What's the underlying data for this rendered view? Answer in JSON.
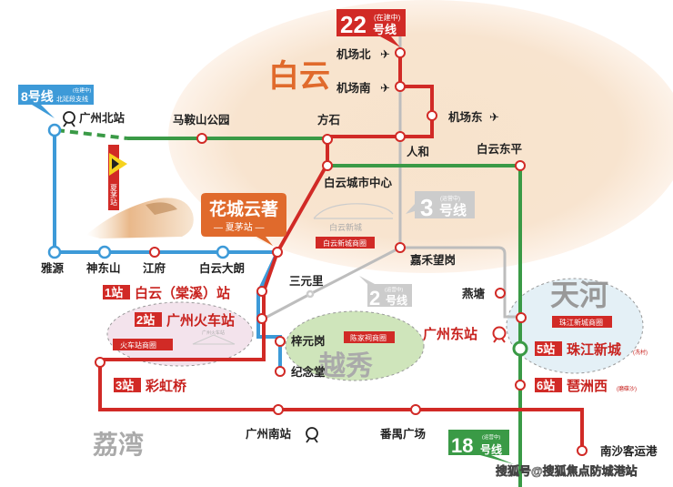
{
  "districts": {
    "baiyun": "白云",
    "tianhe": "天河",
    "yuexiu": "越秀",
    "liwan": "荔湾"
  },
  "line_badges": {
    "l22": {
      "num": "22",
      "suffix": "号线",
      "status": "(在建中)"
    },
    "l8": {
      "num": "8号线",
      "suffix": "北延段支线",
      "status": "(在建中)"
    },
    "l3": {
      "num": "3",
      "suffix": "号线",
      "status": "(运营中)"
    },
    "l2": {
      "num": "2",
      "suffix": "号线",
      "status": "(运营中)"
    },
    "l18": {
      "num": "18",
      "suffix": "号线",
      "status": "(运营中)"
    }
  },
  "stations": {
    "guangzhou_north": "广州北站",
    "maanshan": "马鞍山公园",
    "fangshi": "方石",
    "airport_north": "机场北",
    "airport_south": "机场南",
    "airport_east": "机场东",
    "renhe": "人和",
    "baiyun_dongping": "白云东平",
    "baiyun_center": "白云城市中心",
    "jiahewanggang": "嘉禾望岗",
    "sanyuanli": "三元里",
    "yantang": "燕塘",
    "ziyuangang": "梓元岗",
    "jiniantang": "纪念堂",
    "yayuan": "雅源",
    "shendongshan": "神东山",
    "jiangfu": "江府",
    "baiyun_dalang": "白云大朗",
    "guangzhou_south": "广州南站",
    "panyu_square": "番禺广场",
    "nansha_port": "南沙客运港",
    "guangzhou_east": "广州东站"
  },
  "featured_stops": [
    {
      "badge": "1站",
      "name": "白云（棠溪）站",
      "note": ""
    },
    {
      "badge": "2站",
      "name": "广州火车站",
      "note": ""
    },
    {
      "badge": "3站",
      "name": "彩虹桥",
      "note": ""
    },
    {
      "badge": "5站",
      "name": "珠江新城",
      "note": "(冼村)"
    },
    {
      "badge": "6站",
      "name": "琶洲西",
      "note": "(磨碟沙)"
    }
  ],
  "business_circles": {
    "baiyun_new_city": "白云新城商圈",
    "zhujiang_new_city": "珠江新城商圈",
    "chenjiaci": "陈家祠商圈",
    "railway_station": "火车站商圈"
  },
  "landmarks": {
    "baiyun_new_city": "白云新城",
    "railway_station": "广州火车站"
  },
  "callout": {
    "title": "花城云著",
    "subtitle": "— 夏茅站 —"
  },
  "vertical_sign": "夏茅站",
  "watermark": "搜狐号@搜狐焦点防城港站",
  "colors": {
    "red": "#d12a26",
    "green": "#3a9a46",
    "blue": "#3d9ad8",
    "gray": "#bdbdbd",
    "orange": "#e06a2c",
    "peach": "#f6dcc0"
  }
}
